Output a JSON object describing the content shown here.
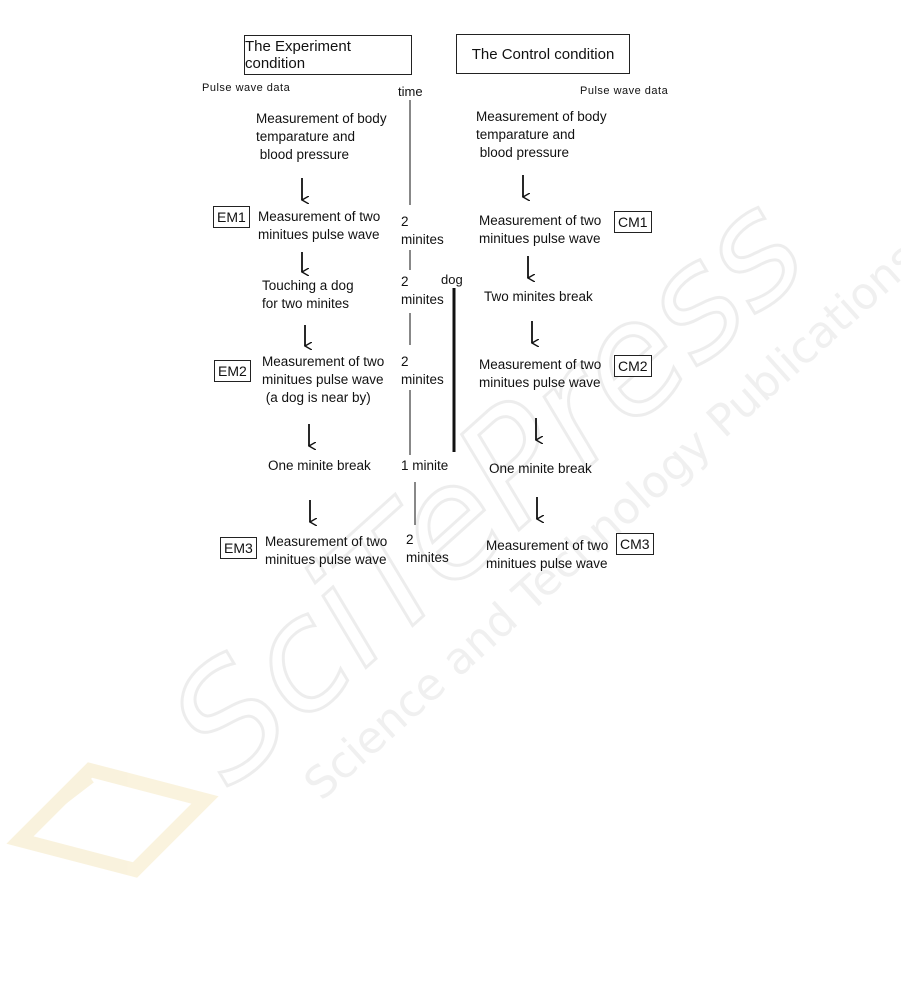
{
  "headers": {
    "experiment": "The Experiment condition",
    "control": "The Control condition"
  },
  "labels": {
    "pulse_wave_left": "Pulse wave data",
    "pulse_wave_right": "Pulse wave data",
    "time": "time",
    "dog": "dog"
  },
  "experiment_steps": [
    "Measurement of body\ntemparature and\n blood pressure",
    "Measurement of two\nminitues pulse wave",
    "Touching a dog\nfor two minites",
    "Measurement of two\nminitues pulse wave\n (a dog is near by)",
    "One minite break",
    "Measurement of two\nminitues pulse wave"
  ],
  "control_steps": [
    "Measurement of body\ntemparature and\n blood pressure",
    "Measurement of two\nminitues pulse wave",
    "Two minites break",
    "Measurement of two\nminitues pulse wave",
    "One minite break",
    "Measurement of two\nminitues pulse wave"
  ],
  "time_marks": [
    "2\nminites",
    "2\nminites",
    "2\nminites",
    "1 minite",
    "2\nminites"
  ],
  "experiment_tags": [
    "EM1",
    "EM2",
    "EM3"
  ],
  "control_tags": [
    "CM1",
    "CM2",
    "CM3"
  ],
  "watermark": {
    "word": "SciTePress",
    "subtitle": "Science and Technology Publications"
  }
}
